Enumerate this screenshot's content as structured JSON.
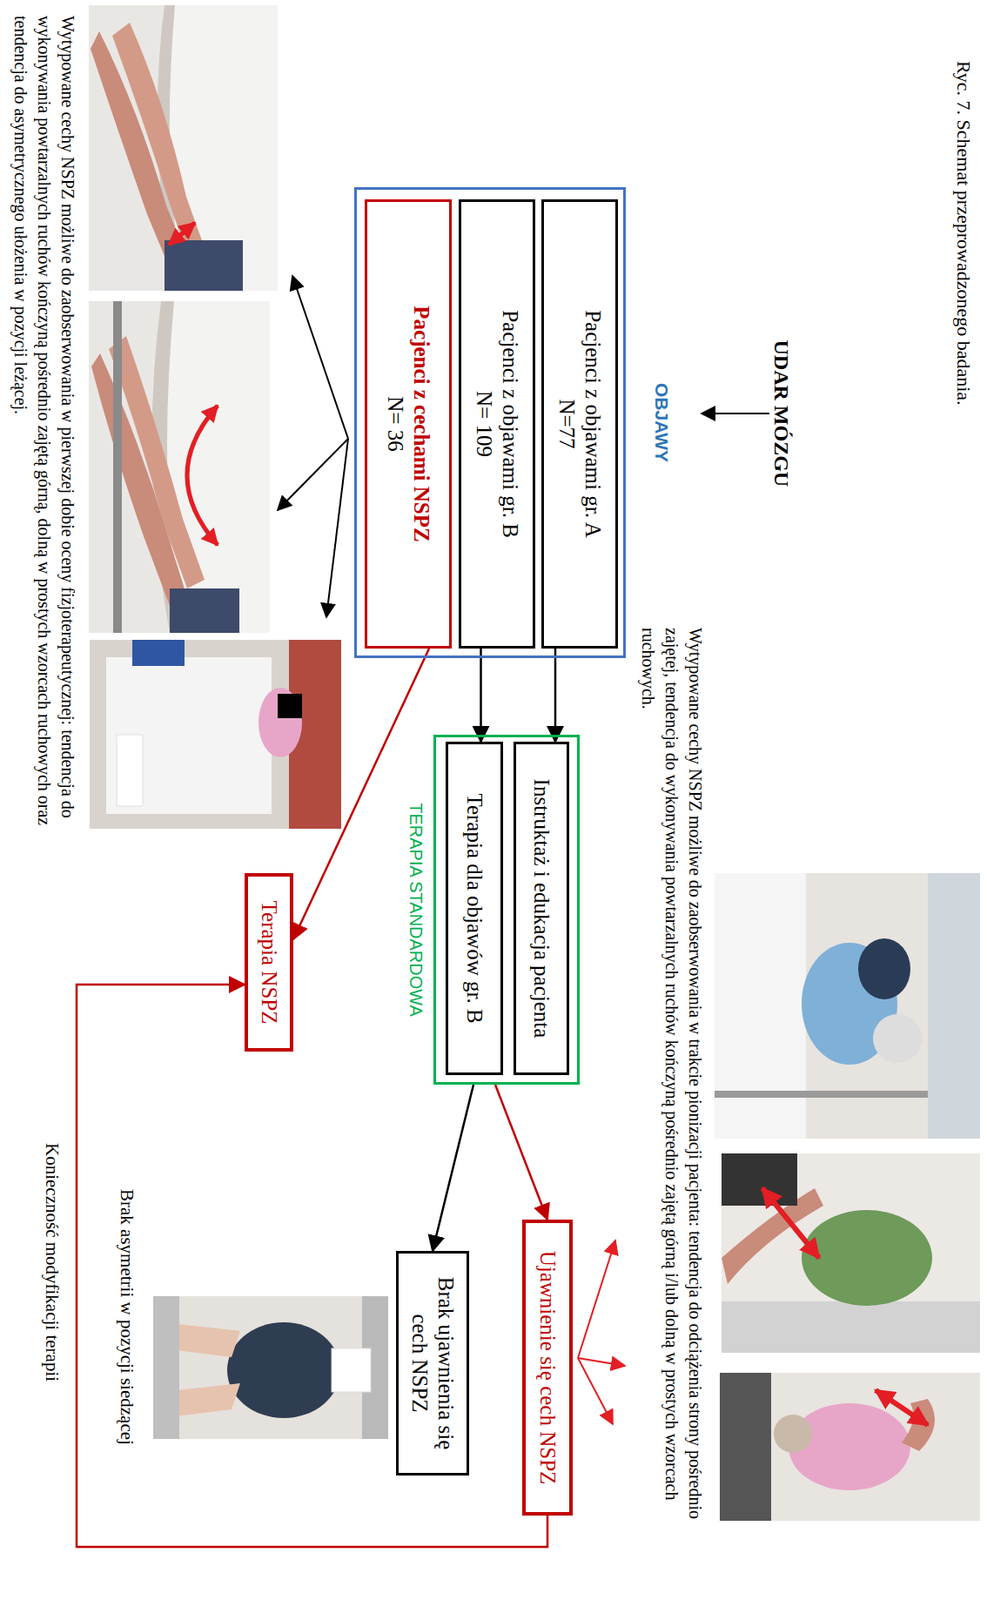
{
  "diagram": {
    "title": "Ryc. 7. Schemat przeprowadzonego badania.",
    "nodes": [
      {
        "text": [
          "OBJAWY"
        ]
      },
      {
        "text": [
          "Pacjenci z objawami gr. A",
          "N=77"
        ],
        "in": 0
      },
      {
        "text": [
          "Pacjenci z objawami gr. B",
          "N= 109"
        ],
        "in": 0
      },
      {
        "text": [
          "Pacjenci z cechami NSPZ",
          "N= 36"
        ],
        "in": 0
      },
      {
        "text": [
          "TERAPIA STANDARDOWA"
        ]
      },
      {
        "text": [
          "Instruktaż i edukacja pacjenta"
        ],
        "in": 4
      },
      {
        "text": [
          "Terapia dla objawów gr. B"
        ],
        "in": 4
      },
      {
        "text": [
          "Terapia NSPZ"
        ]
      },
      {
        "text": [
          "Ujawnienie się cech NSPZ"
        ]
      },
      {
        "text": [
          "Brak ujawnienia się cech NSPZ"
        ]
      }
    ],
    "edges": [
      {
        "from": 1,
        "to": 5,
        "arrow": "to"
      },
      {
        "from": 2,
        "to": 6,
        "arrow": "to"
      },
      {
        "from": 3,
        "to": 7,
        "arrow": "to"
      },
      {
        "from": 4,
        "to": 8,
        "arrow": "to"
      },
      {
        "from": 4,
        "to": 9,
        "arrow": "to"
      },
      {
        "from": 8,
        "to": 7,
        "arrow": "to"
      }
    ],
    "labels": [
      "UDAR MÓZGU",
      "Wytypowane cechy NSPZ możliwe do zaobserwowania w pierwszej dobie oceny fizjoterapeutycznej: tendencja do wykonywania powtarzalnych ruchów kończyną pośrednio zajętą górną, dolną w prostych wzorcach ruchowych oraz tendencja do asymetrycznego ułożenia w pozycji leżącej.",
      "Wytypowane cechy NSPZ możliwe do zaobserwowania w trakcie pionizacji pacjenta: tendencja do odciążenia strony pośrednio zajętej, tendencja do wykonywania powtarzalnych ruchów kończyną pośrednio zajętą górną i/lub dolną w prostych wzorcach ruchowych.",
      "Brak asymetrii w pozycji siedzącej",
      "Konieczność modyfikacji terapii"
    ]
  }
}
